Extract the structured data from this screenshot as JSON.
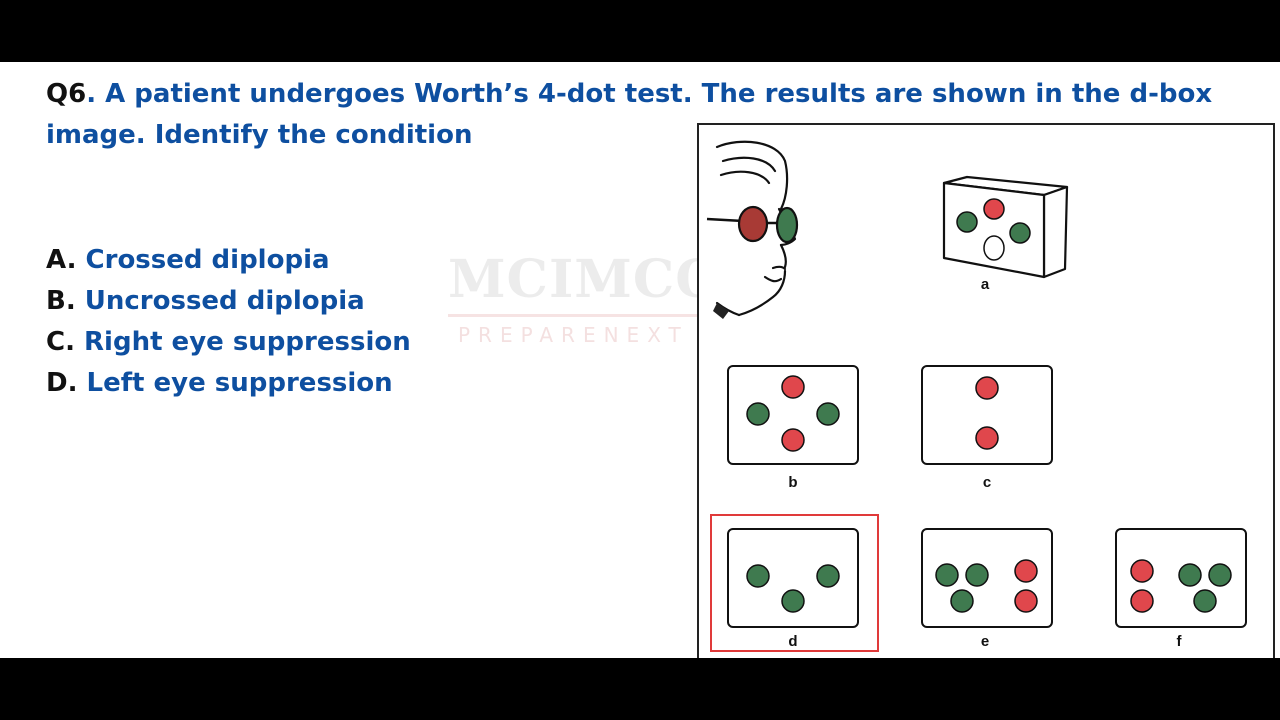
{
  "question": {
    "number": "Q6",
    "text": ". A patient undergoes Worth’s 4-dot test. The results are shown in the d-box image. Identify the condition"
  },
  "options": [
    {
      "letter": "A.",
      "text": " Crossed diplopia"
    },
    {
      "letter": "B.",
      "text": " Uncrossed diplopia"
    },
    {
      "letter": "C.",
      "text": " Right eye suppression"
    },
    {
      "letter": "D.",
      "text": " Left eye suppression"
    }
  ],
  "watermark": {
    "title": "MCIMCQ",
    "subtitle": "PREPARENEXT"
  },
  "figure": {
    "panel_labels": {
      "a": "a",
      "b": "b",
      "c": "c",
      "d": "d",
      "e": "e",
      "f": "f"
    },
    "highlighted_panel": "d",
    "colors": {
      "red": "#e0474c",
      "green": "#3f7a4f",
      "highlight": "#e03a3a",
      "lens_red": "#a83a35",
      "lens_green": "#3f7a4f"
    }
  }
}
